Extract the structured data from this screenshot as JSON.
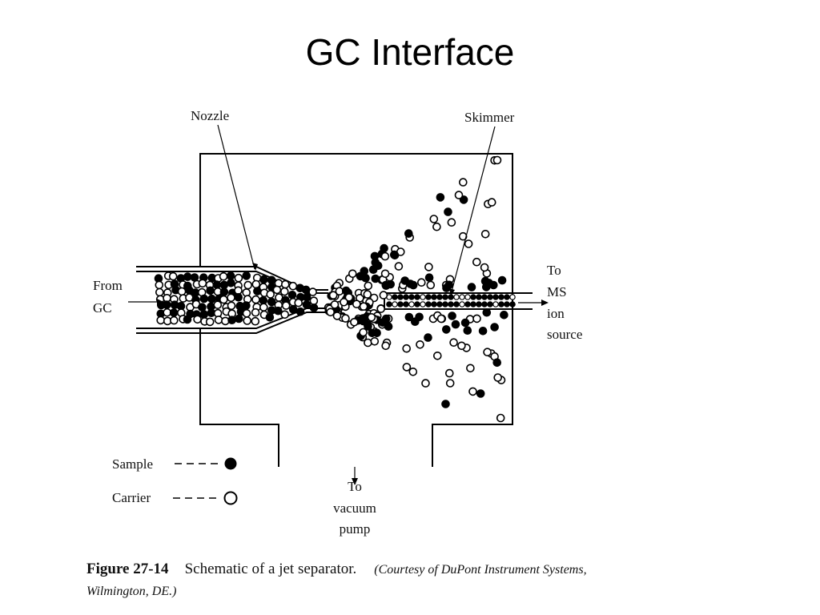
{
  "slide": {
    "title": "GC Interface"
  },
  "labels": {
    "nozzle": "Nozzle",
    "skimmer": "Skimmer",
    "from_gc_1": "From",
    "from_gc_2": "GC",
    "to_ms_1": "To",
    "to_ms_2": "MS",
    "to_ms_3": "ion",
    "to_ms_4": "source",
    "vacuum_1": "To",
    "vacuum_2": "vacuum",
    "vacuum_3": "pump"
  },
  "legend": {
    "sample_label": "Sample",
    "carrier_label": "Carrier",
    "sample_marker": "filled-circle",
    "carrier_marker": "open-circle"
  },
  "caption": {
    "figure_number": "Figure 27-14",
    "text": "Schematic of a jet separator.",
    "courtesy_1": "(Courtesy of DuPont Instrument Systems,",
    "courtesy_2": "Wilmington, DE.)"
  }
}
